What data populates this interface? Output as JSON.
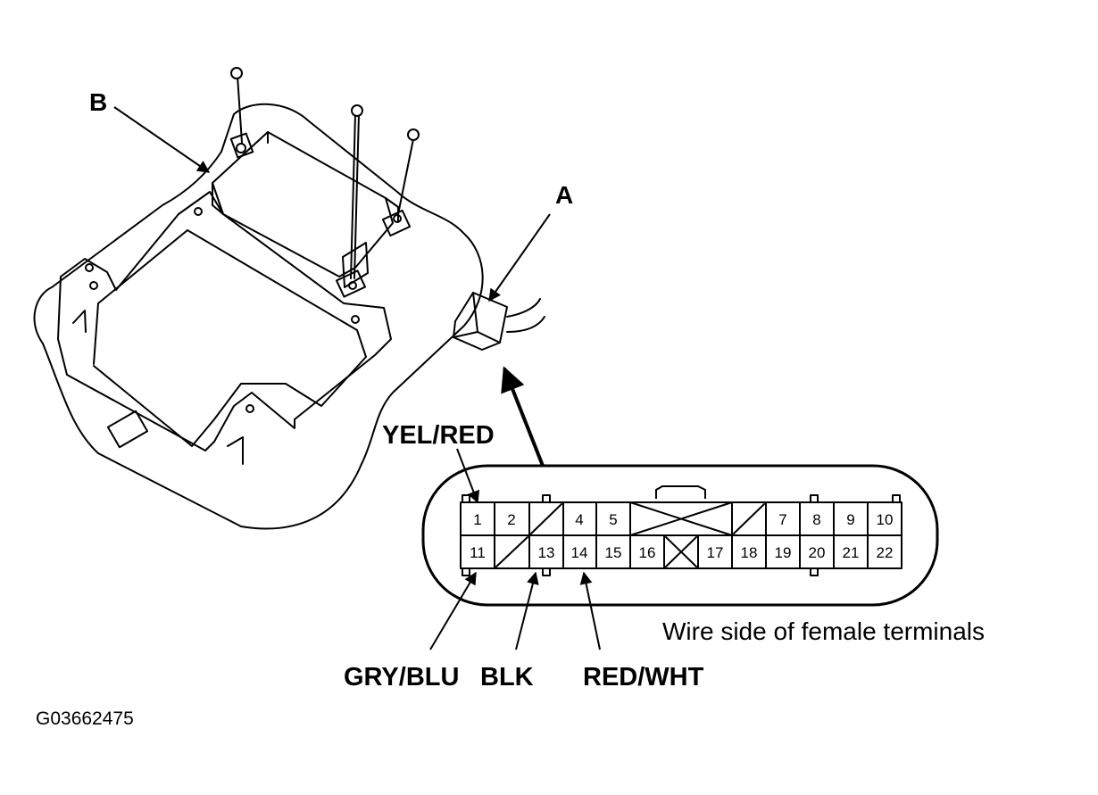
{
  "callouts": {
    "a": "A",
    "b": "B"
  },
  "wire_labels": {
    "yel_red": "YEL/RED",
    "gry_blu": "GRY/BLU",
    "blk": "BLK",
    "red_wht": "RED/WHT"
  },
  "caption": "Wire side of female terminals",
  "figure_id": "G03662475",
  "connector": {
    "top_row": [
      "1",
      "2",
      "",
      "4",
      "5",
      "",
      "",
      "7",
      "8",
      "9",
      "10"
    ],
    "bottom_row": [
      "11",
      "",
      "13",
      "14",
      "15",
      "16",
      "",
      "17",
      "18",
      "19",
      "20",
      "21",
      "22"
    ]
  }
}
